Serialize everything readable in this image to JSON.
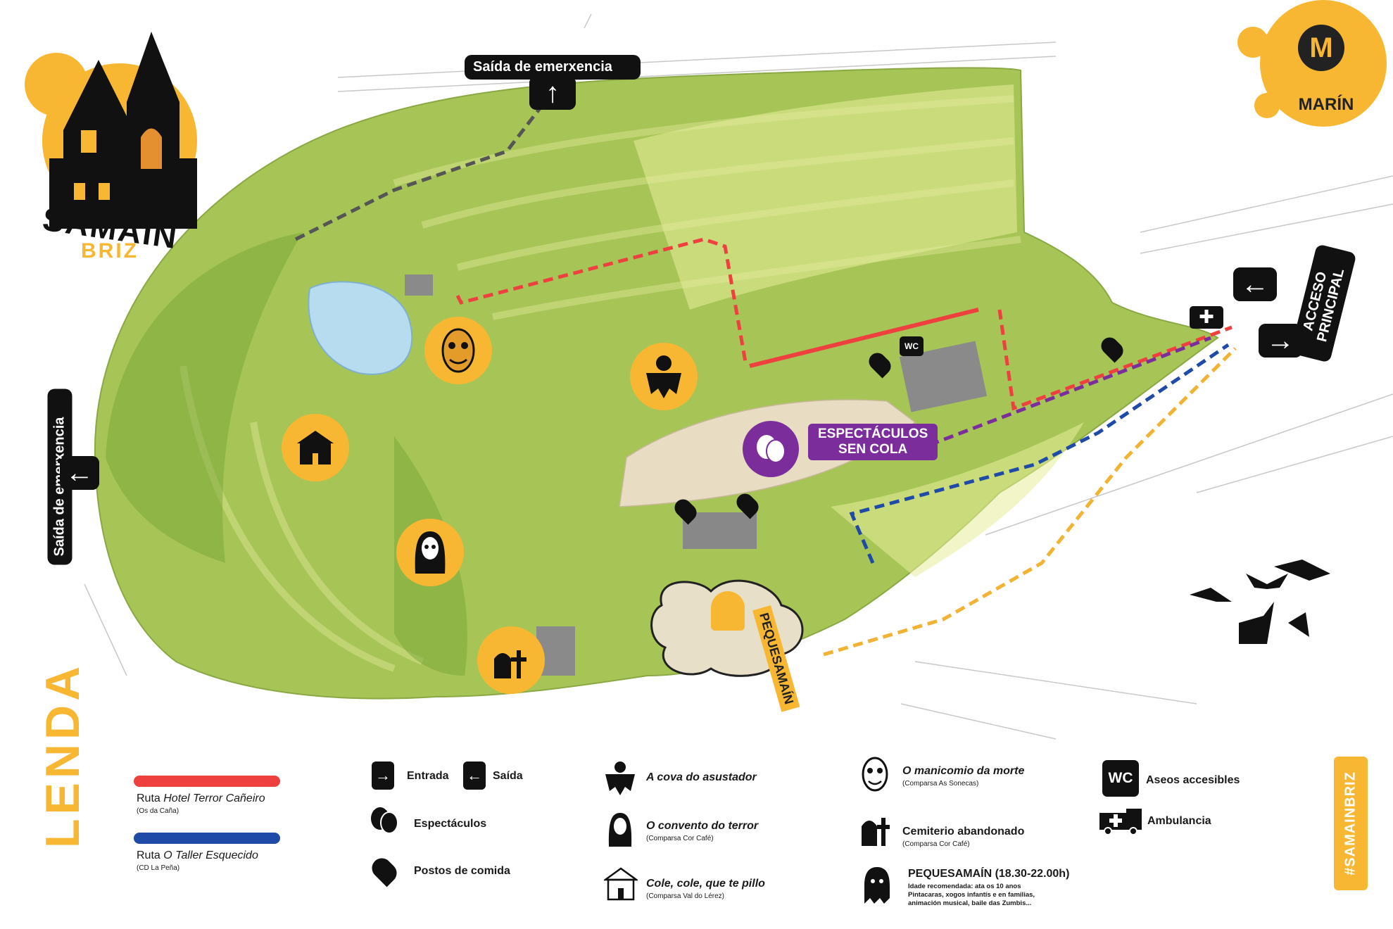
{
  "brand": {
    "event_logo_top": "SAMAIN",
    "event_logo_bottom": "BRIZ",
    "town_name": "MARÍN",
    "hashtag": "#SAMAINBRIZ"
  },
  "colors": {
    "accent_yellow": "#f7b733",
    "park_green": "#9bbf4a",
    "route_red": "#ef4040",
    "route_blue": "#1f4aa8",
    "route_purple": "#7b2d9c",
    "route_orange": "#f2b233",
    "sign_black": "#111111"
  },
  "map": {
    "exit_top": {
      "label": "Saída de emerxencia",
      "arrow_icon": "arrow-up-icon"
    },
    "exit_left": {
      "label": "Saída de emerxencia",
      "arrow_icon": "arrow-left-icon"
    },
    "main_access": {
      "label_line1": "ACCESO",
      "label_line2": "PRINCIPAL"
    },
    "shows_label_line1": "ESPECTÁCULOS",
    "shows_label_line2": "SEN COLA",
    "pequesamain_label": "PEQUESAMAÍN",
    "wc_label": "WC"
  },
  "legend": {
    "title": "LENDA",
    "routes": [
      {
        "prefix": "Ruta ",
        "name": "Hotel Terror Cañeiro",
        "sub": "(Os da Caña)",
        "color": "#ef4040"
      },
      {
        "prefix": "Ruta ",
        "name": "O Taller Esquecido",
        "sub": "(CD La Peña)",
        "color": "#1f4aa8"
      }
    ],
    "entrance_label": "Entrada",
    "exit_label": "Saída",
    "shows_label": "Espectáculos",
    "food_label": "Postos de comida",
    "attractions": [
      {
        "name": "A cova do asustador",
        "sub": "",
        "icon": "scarecrow-icon"
      },
      {
        "name": "O convento do terror",
        "sub": "(Comparsa Cor Café)",
        "icon": "nun-icon"
      },
      {
        "name": "Cole, cole, que te pillo",
        "sub": "(Comparsa Val do Lérez)",
        "icon": "school-icon"
      },
      {
        "name": "O manicomio da morte",
        "sub": "(Comparsa As Sonecas)",
        "icon": "asylum-face-icon"
      },
      {
        "name": "Cemiterio abandonado",
        "sub": "(Comparsa Cor Café)",
        "icon": "tombstone-icon"
      }
    ],
    "pequesamain": {
      "title": "PEQUESAMAÍN (18.30-22.00h)",
      "line1": "Idade recomendada: ata os 10 anos",
      "line2": "Pintacaras, xogos infantís e en familias,",
      "line3": "animación musical, baile das Zumbis..."
    },
    "wc_icon_text": "WC",
    "wc_label": "Aseos accesibles",
    "ambulance_label": "Ambulancia"
  }
}
